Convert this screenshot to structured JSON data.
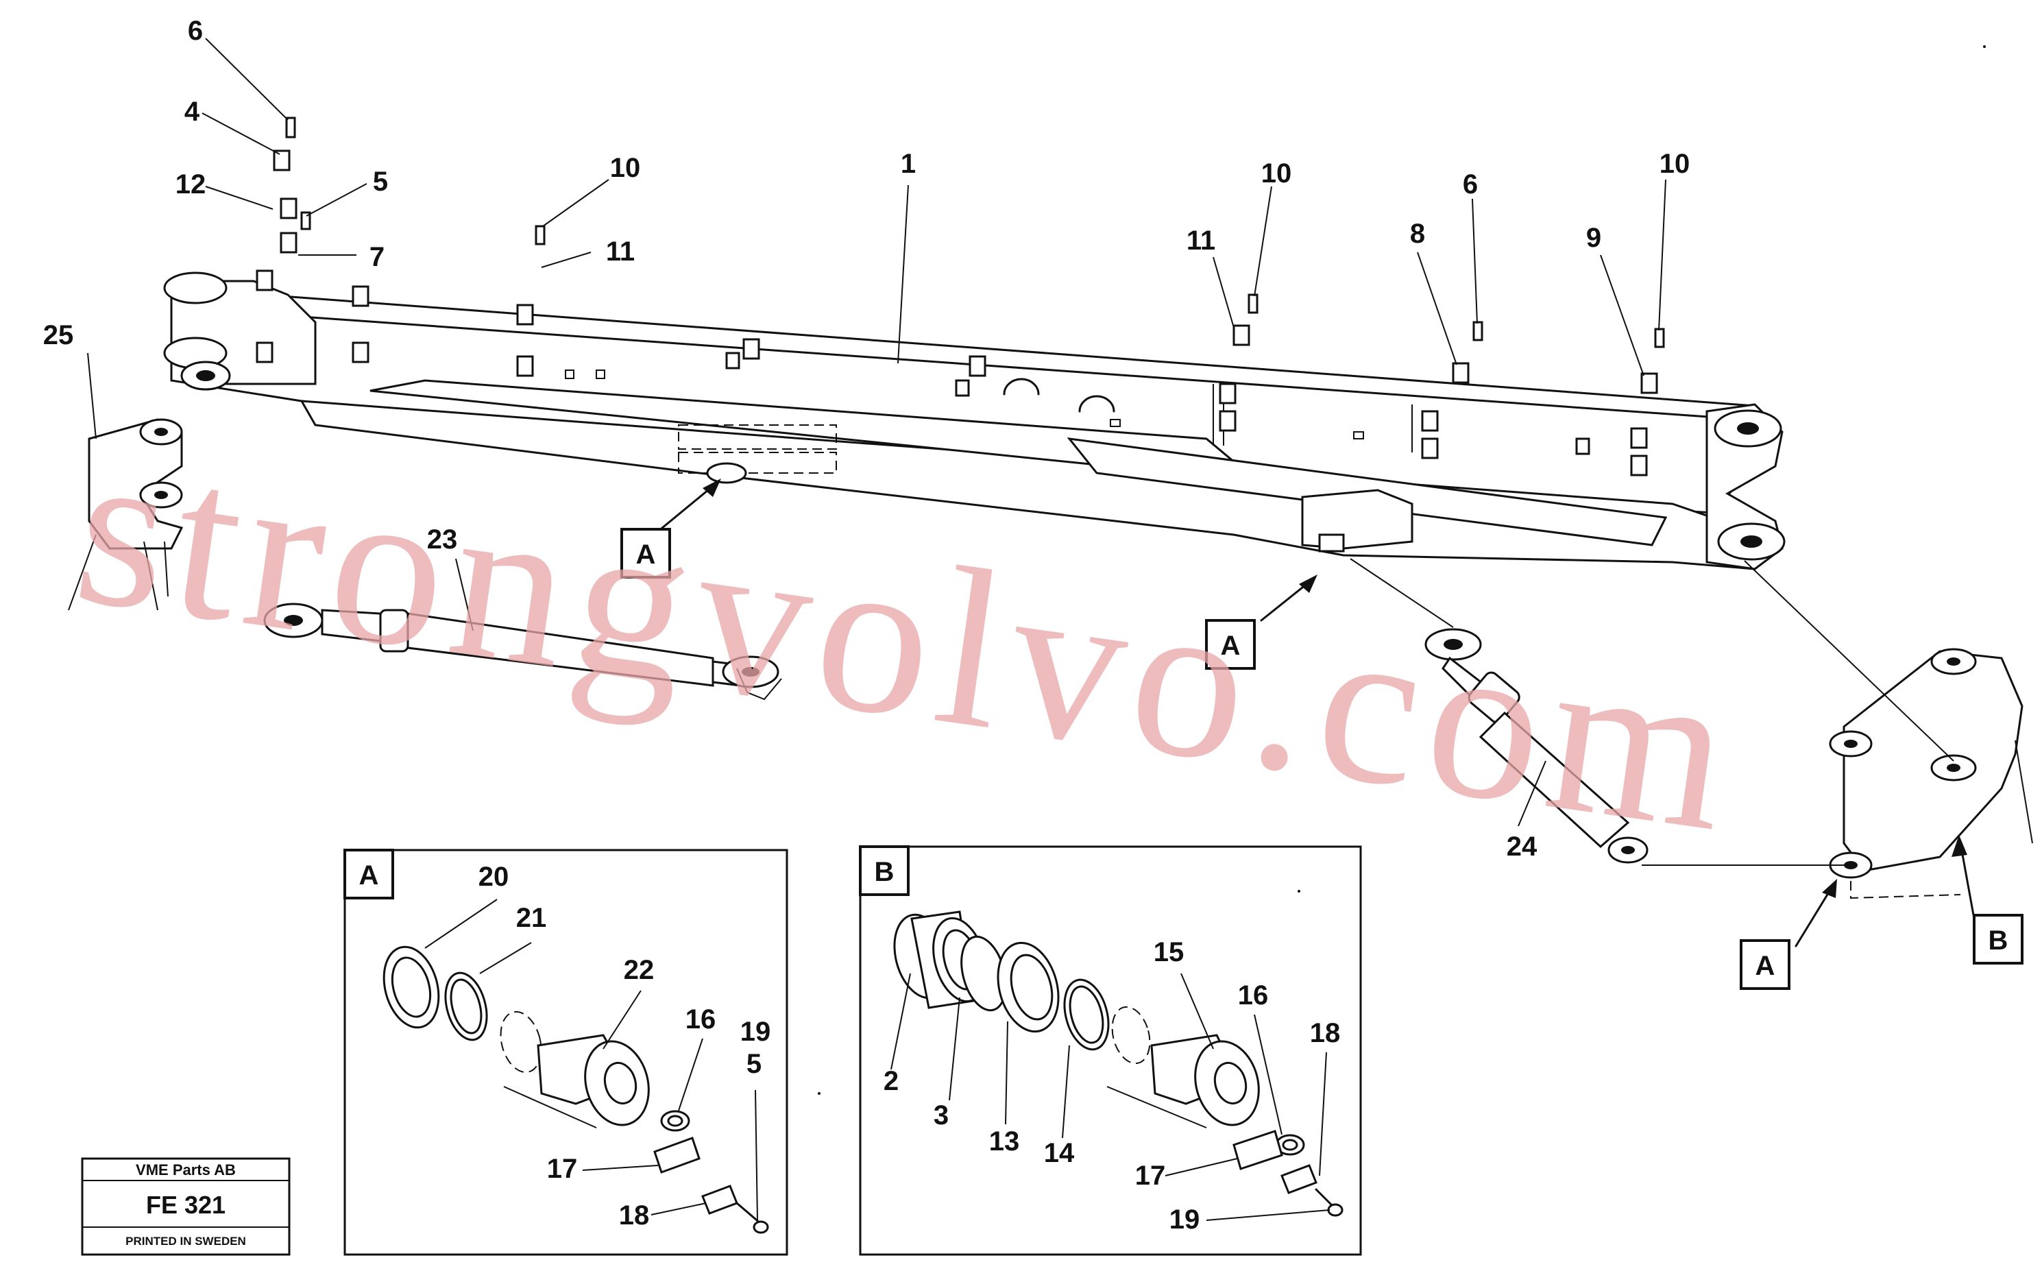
{
  "watermark": "strongvolvo.com",
  "stamp": {
    "company": "VME Parts AB",
    "code": "FE 321",
    "footer": "PRINTED IN SWEDEN"
  },
  "section_tags": {
    "a": "A",
    "b": "B"
  },
  "part_labels": {
    "p1": "1",
    "p2": "2",
    "p3": "3",
    "p4": "4",
    "p5": "5",
    "p6": "6",
    "p7": "7",
    "p8": "8",
    "p9": "9",
    "p10": "10",
    "p11": "11",
    "p12": "12",
    "p13": "13",
    "p14": "14",
    "p15": "15",
    "p16": "16",
    "p17": "17",
    "p18": "18",
    "p19": "19",
    "p20": "20",
    "p21": "21",
    "p22": "22",
    "p23": "23",
    "p24": "24",
    "p25": "25"
  }
}
